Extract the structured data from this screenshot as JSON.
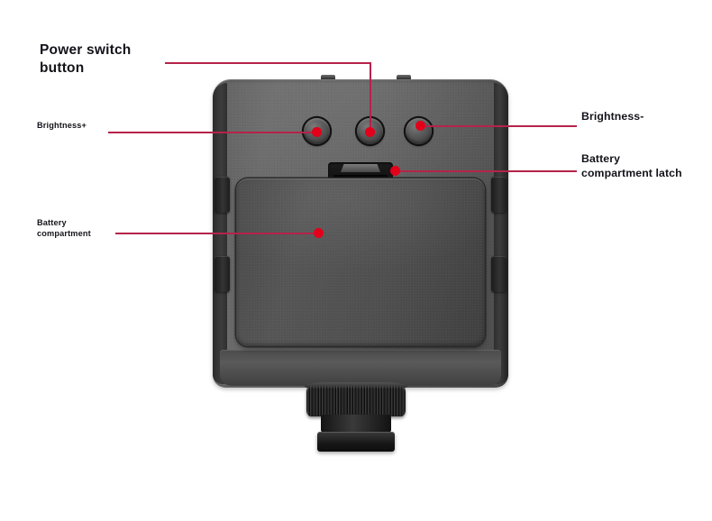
{
  "diagram": {
    "title": "LED video light — rear view callout diagram",
    "accent_color": "#b5234a",
    "dot_color": "#e2001a",
    "body_color": "#5e5e5e"
  },
  "callouts": [
    {
      "id": "power-switch-button",
      "label": "Power switch\nbutton",
      "size": "big",
      "target": "center-round-button"
    },
    {
      "id": "brightness-up",
      "label": "Brightness+",
      "size": "small",
      "target": "left-round-button"
    },
    {
      "id": "brightness-down",
      "label": "Brightness-",
      "size": "med",
      "target": "right-round-button"
    },
    {
      "id": "battery-compartment-latch",
      "label": "Battery\ncompartment latch",
      "size": "med",
      "target": "latch-tab"
    },
    {
      "id": "battery-compartment",
      "label": "Battery\ncompartment",
      "size": "small",
      "target": "battery-door"
    }
  ],
  "device": {
    "name": "LED panel light rear housing",
    "parts": [
      "left-round-button",
      "center-round-button",
      "right-round-button",
      "battery-latch",
      "battery-door",
      "cold-shoe-mount",
      "knurled-locking-ring"
    ]
  }
}
